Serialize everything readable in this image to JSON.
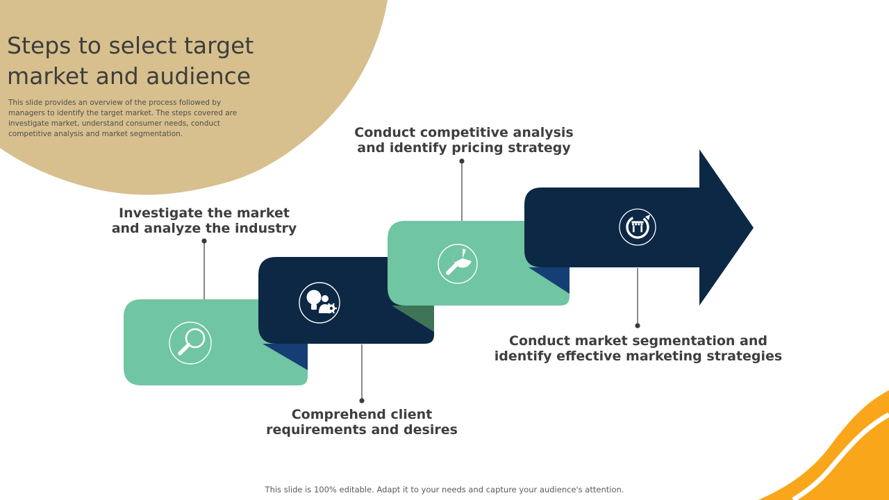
{
  "slide": {
    "title": "Steps to select target market and audience",
    "description": "This slide provides an overview of the process followed by managers to identify the target market. The steps covered are investigate market, understand consumer needs, conduct competitive analysis and market segmentation.",
    "footer": "This slide is 100% editable. Adapt it to your needs and capture your audience's attention."
  },
  "steps": [
    {
      "order": 1,
      "label_lines": [
        "Investigate the market",
        "and analyze the industry"
      ],
      "icon": "search-icon",
      "shape": "rounded-rectangle",
      "color": "#70C5A2"
    },
    {
      "order": 2,
      "label_lines": [
        "Comprehend client",
        "requirements  and desires"
      ],
      "icon": "consumer-idea-icon",
      "shape": "rounded-rectangle",
      "color": "#0D2845"
    },
    {
      "order": 3,
      "label_lines": [
        "Conduct competitive analysis",
        "and identify pricing strategy"
      ],
      "icon": "pie-analysis-icon",
      "shape": "rounded-rectangle",
      "color": "#70C5A2"
    },
    {
      "order": 4,
      "label_lines": [
        "Conduct market segmentation and",
        "identify effective marketing strategies"
      ],
      "icon": "market-store-icon",
      "shape": "arrow-right",
      "color": "#0D2845"
    }
  ],
  "colors": {
    "tan": "#D7C08E",
    "orange": "#F9A61A",
    "green": "#70C5A2",
    "navy": "#0D2845",
    "fold_blue": "#153E74",
    "fold_green": "#3E7557",
    "text_dark": "#3E3E3E",
    "text_gray": "#595959",
    "connector": "#3A3A3A",
    "white": "#FFFFFF"
  }
}
